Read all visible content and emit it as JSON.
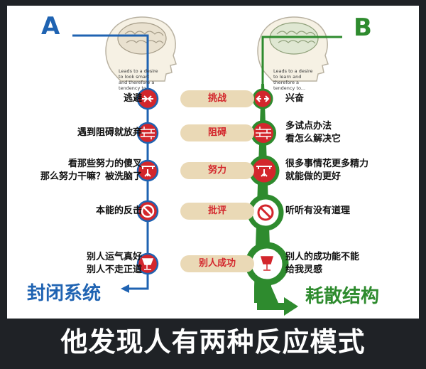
{
  "labels": {
    "a": "A",
    "b": "B"
  },
  "brain_a_text": [
    "Leads to a desire",
    "to look smart",
    "and therefore a",
    "tendency to..."
  ],
  "brain_b_text": [
    "Leads to a desire",
    "to learn and",
    "therefore a",
    "tendency to..."
  ],
  "rows": [
    {
      "category": "挑战",
      "left": [
        "逃避"
      ],
      "right": [
        "兴奋"
      ],
      "icon": "challenge-icon"
    },
    {
      "category": "阻碍",
      "left": [
        "遇到阻碍就放弃"
      ],
      "right": [
        "多试点办法",
        "看怎么解决它"
      ],
      "icon": "brick-wall-icon"
    },
    {
      "category": "努力",
      "left": [
        "看那些努力的傻叉",
        "那么努力干嘛？被洗脑了"
      ],
      "right": [
        "很多事情花更多精力",
        "就能做的更好"
      ],
      "icon": "weightlifter-icon"
    },
    {
      "category": "批评",
      "left": [
        "本能的反击"
      ],
      "right": [
        "听听有没有道理"
      ],
      "icon": "no-sign-icon"
    },
    {
      "category": "别人成功",
      "left": [
        "别人运气真好",
        "别人不走正道"
      ],
      "right": [
        "别人的成功能不能",
        "给我灵感"
      ],
      "icon": "trophy-icon"
    }
  ],
  "closed_system": "封闭系统",
  "dissipative_structure": "耗散结构",
  "caption": "他发现人有两种反应模式",
  "colors": {
    "blue": "#1f63b2",
    "green": "#2e8b2e",
    "red": "#d3262c",
    "bar": "#ead9b6",
    "background": "#1f2226"
  }
}
